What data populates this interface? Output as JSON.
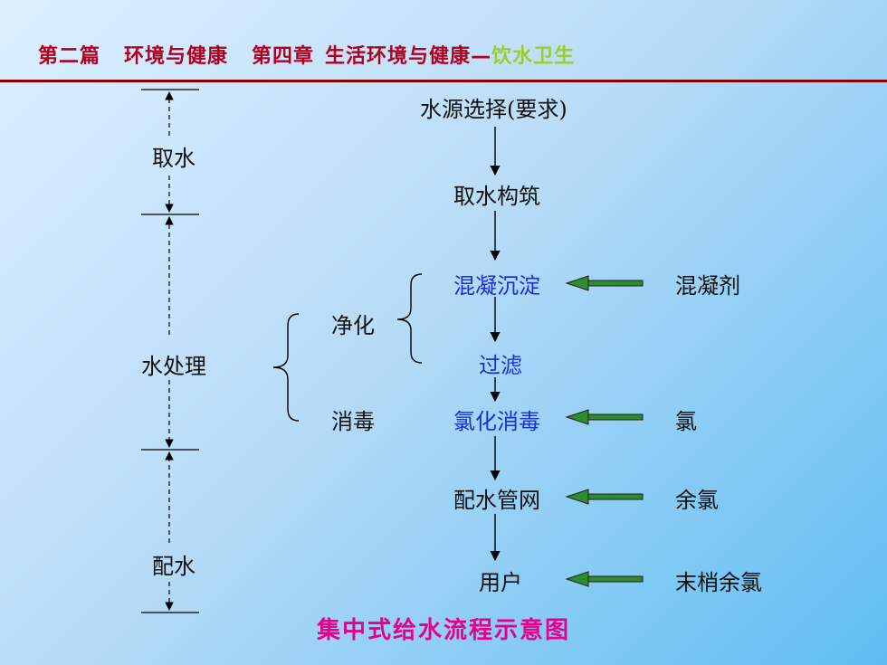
{
  "header": {
    "part": "第二篇",
    "part_title": "环境与健康",
    "chapter": "第四章",
    "chapter_title": "生活环境与健康",
    "dash": "—",
    "topic": "饮水卫生"
  },
  "left_stages": {
    "intake": "取水",
    "treatment": "水处理",
    "distribution": "配水"
  },
  "treatment_groups": {
    "purify": "净化",
    "disinfect": "消毒"
  },
  "flow": {
    "source": "水源选择(要求)",
    "intake_structure": "取水构筑",
    "coagulation": "混凝沉淀",
    "filtration": "过滤",
    "chlorination": "氯化消毒",
    "network": "配水管网",
    "user": "用户"
  },
  "inputs": {
    "coagulant": "混凝剂",
    "chlorine": "氯",
    "residual_chlorine": "余氯",
    "end_residual_chlorine": "末梢余氯"
  },
  "caption": "集中式给水流程示意图",
  "colors": {
    "header_text": "#b00020",
    "header_highlight": "#9acd32",
    "header_rule": "#8b0000",
    "process_blue": "#1a2fd1",
    "arrow_green": "#2e8b2e",
    "caption": "#e6008a"
  }
}
